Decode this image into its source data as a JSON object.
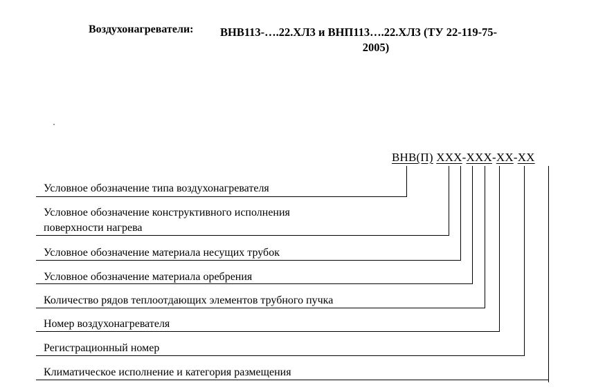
{
  "title": {
    "label": "Воздухонагреватели:",
    "line1": "ВНВ113-….22.ХЛ3 и ВНП113….22.ХЛ3 (ТУ 22-119-75-",
    "line2": "2005)"
  },
  "code": {
    "type": "ВНВ(П)",
    "parts": [
      "ХХХ",
      "ХХХ",
      "ХХ",
      "ХХ"
    ]
  },
  "items": [
    {
      "line1": "Условное обозначение типа воздухонагревателя"
    },
    {
      "line1": "Условное обозначение конструктивного исполнения",
      "line2": "поверхности нагрева"
    },
    {
      "line1": "Условное обозначение материала несущих трубок"
    },
    {
      "line1": "Условное обозначение материала оребрения"
    },
    {
      "line1": "Количество рядов теплоотдающих элементов трубного пучка"
    },
    {
      "line1": "Номер воздухонагревателя"
    },
    {
      "line1": "Регистрационный номер"
    },
    {
      "line1": "Климатическое исполнение и категория размещения"
    }
  ]
}
